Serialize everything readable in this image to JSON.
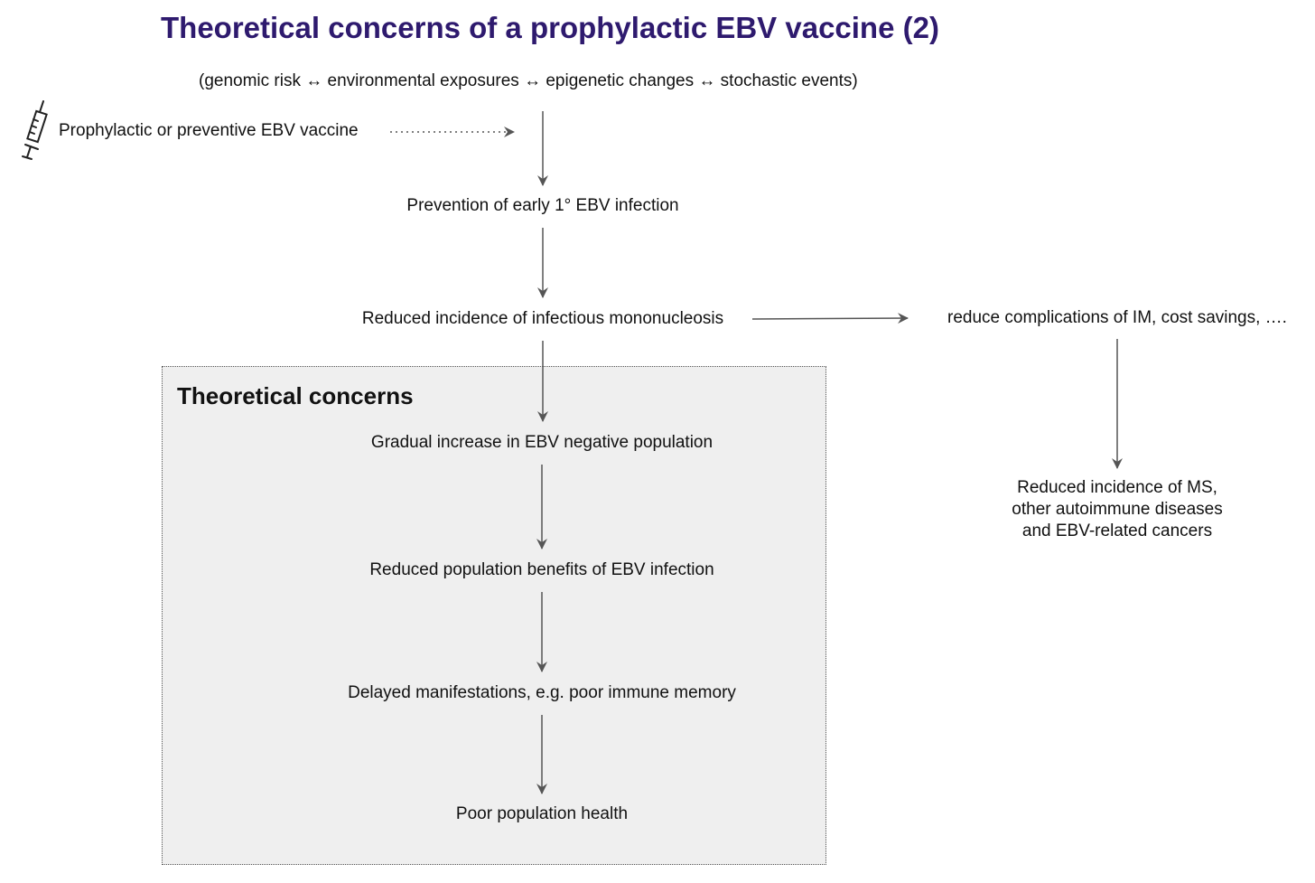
{
  "title": "Theoretical concerns of a prophylactic EBV vaccine (2)",
  "factors": "(genomic risk ↔ environmental exposures ↔ epigenetic changes  ↔ stochastic events)",
  "vaccine": {
    "label": "Prophylactic or preventive EBV vaccine",
    "icon": "syringe-icon"
  },
  "nodes": {
    "prevention": "Prevention of early 1° EBV infection",
    "reduced_im": "Reduced incidence of infectious mononucleosis",
    "complications": "reduce complications of IM, cost savings, ….",
    "ms_lines": [
      "Reduced incidence of MS,",
      "other autoimmune diseases",
      "and EBV-related cancers"
    ]
  },
  "concerns": {
    "heading": "Theoretical concerns",
    "gradual": "Gradual increase in EBV negative population",
    "benefits": "Reduced population benefits of EBV infection",
    "delayed": "Delayed manifestations, e.g. poor immune memory",
    "poor_health": "Poor population health"
  },
  "colors": {
    "title": "#2e1a6e",
    "box_fill": "#efefef",
    "arrow": "#555555"
  }
}
